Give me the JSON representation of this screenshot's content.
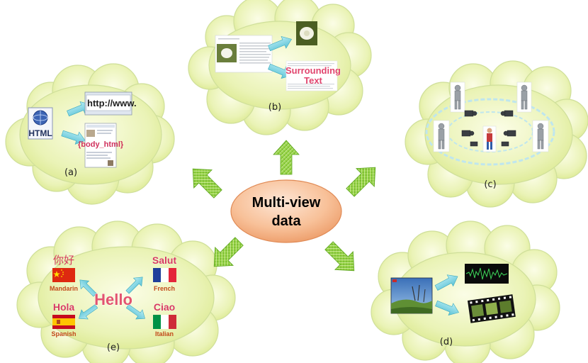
{
  "center": {
    "line1": "Multi-view",
    "line2": "data"
  },
  "panels": {
    "a": {
      "label": "(a)",
      "file_icon_text": "HTML",
      "url_text": "http://www.",
      "body_text": "{body_html}",
      "icons": [
        "html-file-icon",
        "browser-address-bar",
        "webpage-thumbnail"
      ]
    },
    "b": {
      "label": "(b)",
      "surrounding_line1": "Surrounding",
      "surrounding_line2": "Text",
      "icons": [
        "document-page",
        "flower-image"
      ]
    },
    "c": {
      "label": "(c)",
      "icons": [
        "dancer-figure",
        "camera"
      ]
    },
    "d": {
      "label": "(d)",
      "icons": [
        "video-frame",
        "audio-waveform",
        "film-strip"
      ]
    },
    "e": {
      "label": "(e)",
      "hello": "Hello",
      "greetings": [
        {
          "word": "你好",
          "language": "Mandarin",
          "flag": "china"
        },
        {
          "word": "Salut",
          "language": "French",
          "flag": "france"
        },
        {
          "word": "Hola",
          "language": "Spanish",
          "flag": "spain"
        },
        {
          "word": "Ciao",
          "language": "Italian",
          "flag": "italy"
        }
      ]
    }
  },
  "colors": {
    "cloud": "#e6f0a8",
    "arrow_green": "#8ccf3a",
    "arrow_cyan": "#7fd6e3",
    "center_ellipse": "#f6b98a"
  }
}
